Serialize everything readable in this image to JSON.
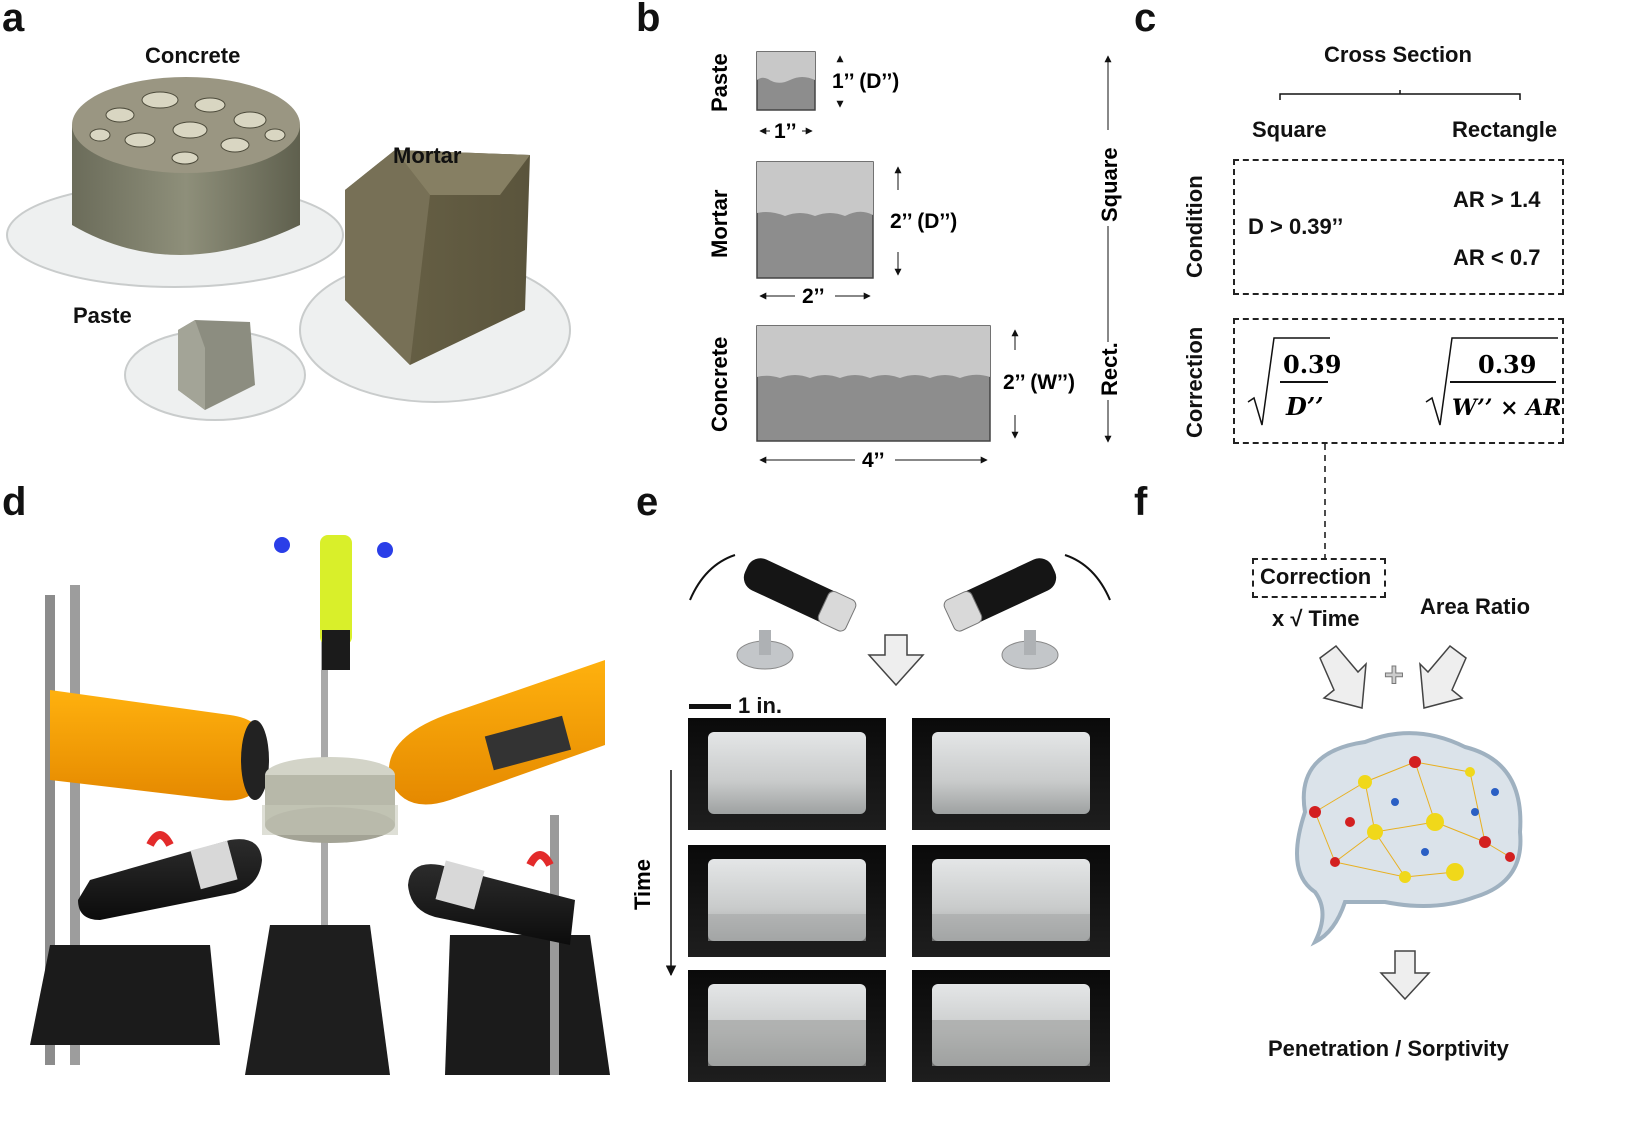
{
  "panels": {
    "a": "a",
    "b": "b",
    "c": "c",
    "d": "d",
    "e": "e",
    "f": "f"
  },
  "panel_a": {
    "concrete": "Concrete",
    "mortar": "Mortar",
    "paste": "Paste"
  },
  "panel_b": {
    "paste": {
      "name": "Paste",
      "height": "1’’ (D’’)",
      "width": "1’’"
    },
    "mortar": {
      "name": "Mortar",
      "height": "2’’ (D’’)",
      "width": "2’’"
    },
    "concrete": {
      "name": "Concrete",
      "height": "2’’ (W’’)",
      "width": "4’’"
    },
    "square": "Square",
    "rect": "Rect."
  },
  "panel_c": {
    "title": "Cross Section",
    "square": "Square",
    "rectangle": "Rectangle",
    "condition": "Condition",
    "correction": "Correction",
    "cond_square": "D > 0.39’’",
    "cond_rect_1": "AR > 1.4",
    "cond_rect_2": "AR < 0.7",
    "corr_square_num": "0.39",
    "corr_square_den": "D’’",
    "corr_rect_num": "0.39",
    "corr_rect_den": "W’’ × AR"
  },
  "panel_e": {
    "scale": "1 in.",
    "time": "Time"
  },
  "panel_f": {
    "correction": "Correction",
    "time": "x √ Time",
    "area_ratio": "Area Ratio",
    "plus": "+",
    "output": "Penetration / Sorptivity"
  },
  "colors": {
    "specimen_light": "#c8c8c8",
    "specimen_dark": "#8d8d8d",
    "node_red": "#d32020",
    "node_yellow": "#f0d81a",
    "node_blue": "#2a5fc4",
    "brain": "#dbe3ea"
  }
}
